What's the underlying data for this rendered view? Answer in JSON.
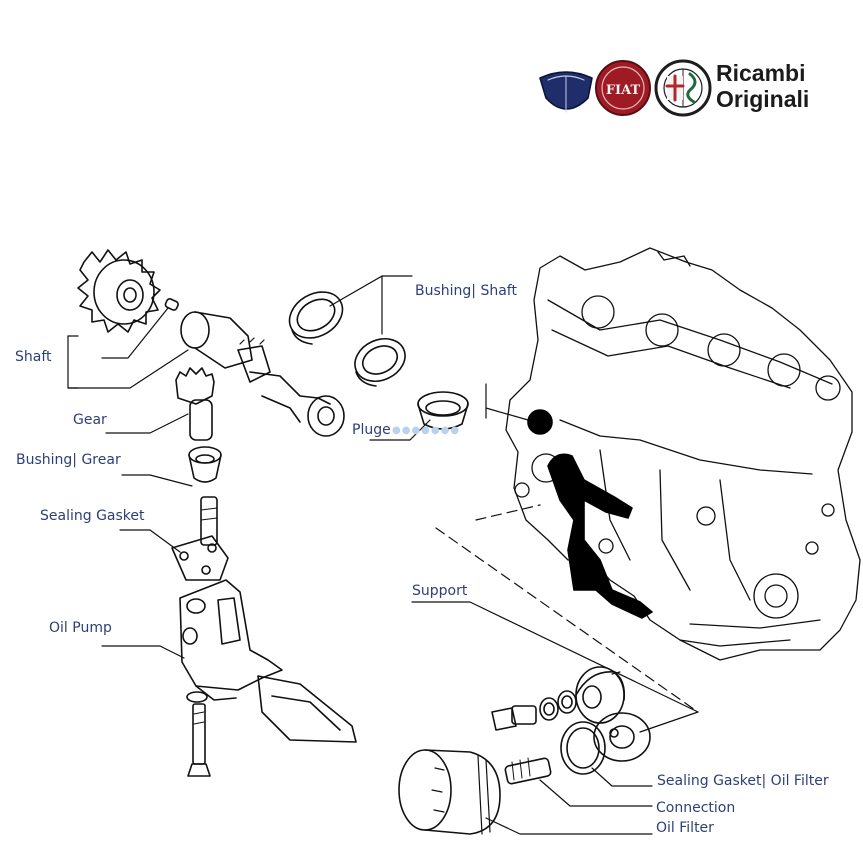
{
  "brand": {
    "line1": "Ricambi",
    "line2": "Originali",
    "logo_colors": {
      "lancia": "#1f2e6b",
      "fiat": "#9e1b25",
      "alfa": "#1d6b3a"
    }
  },
  "labels": {
    "shaft": "Shaft",
    "bushing_shaft": "Bushing| Shaft",
    "gear": "Gear",
    "bushing_grear": "Bushing| Grear",
    "sealing_gasket": "Sealing Gasket",
    "oil_pump": "Oil Pump",
    "pluge": "Pluge",
    "support": "Support",
    "sealing_gasket_oil_filter": "Sealing Gasket| Oil Filter",
    "connection": "Connection",
    "oil_filter": "Oil Filter"
  },
  "colors": {
    "label_text": "#2d3f78",
    "line": "#111111"
  }
}
